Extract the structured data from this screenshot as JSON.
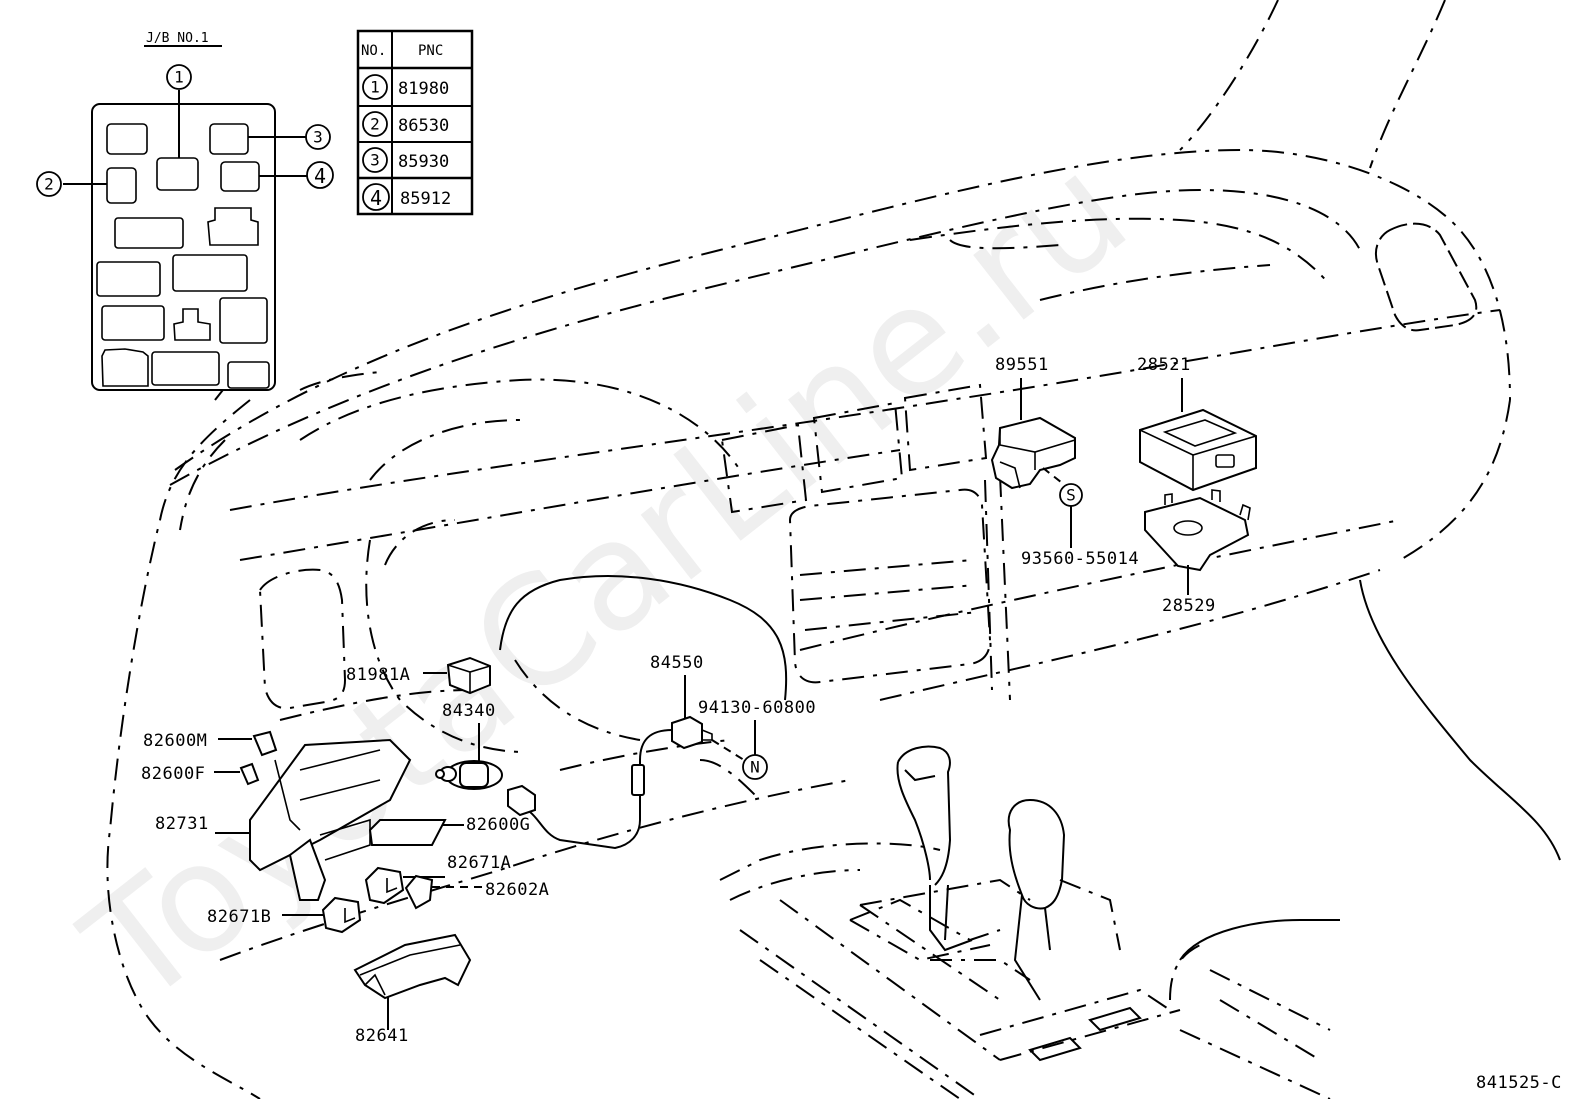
{
  "diagram": {
    "watermark": "ToyotaCarLine.ru",
    "figure_id": "841525-C",
    "junction_block": {
      "title": "J/B NO.1",
      "callouts": [
        "1",
        "2",
        "3",
        "4"
      ]
    },
    "pnc_table": {
      "headers": [
        "NO.",
        "PNC"
      ],
      "rows": [
        {
          "no": "1",
          "pnc": "81980"
        },
        {
          "no": "2",
          "pnc": "86530"
        },
        {
          "no": "3",
          "pnc": "85930"
        },
        {
          "no": "4",
          "pnc": "85912"
        }
      ]
    },
    "parts": {
      "p89551": "89551",
      "p28521": "28521",
      "p28529": "28529",
      "p93560": "93560-55014",
      "p81981A": "81981A",
      "p84550": "84550",
      "p84340": "84340",
      "p94130": "94130-60800",
      "p82600M": "82600M",
      "p82600F": "82600F",
      "p82731": "82731",
      "p82600G": "82600G",
      "p82671A": "82671A",
      "p82602A": "82602A",
      "p82671B": "82671B",
      "p82641": "82641"
    },
    "symbols": {
      "screw": "S",
      "nut": "N"
    }
  }
}
